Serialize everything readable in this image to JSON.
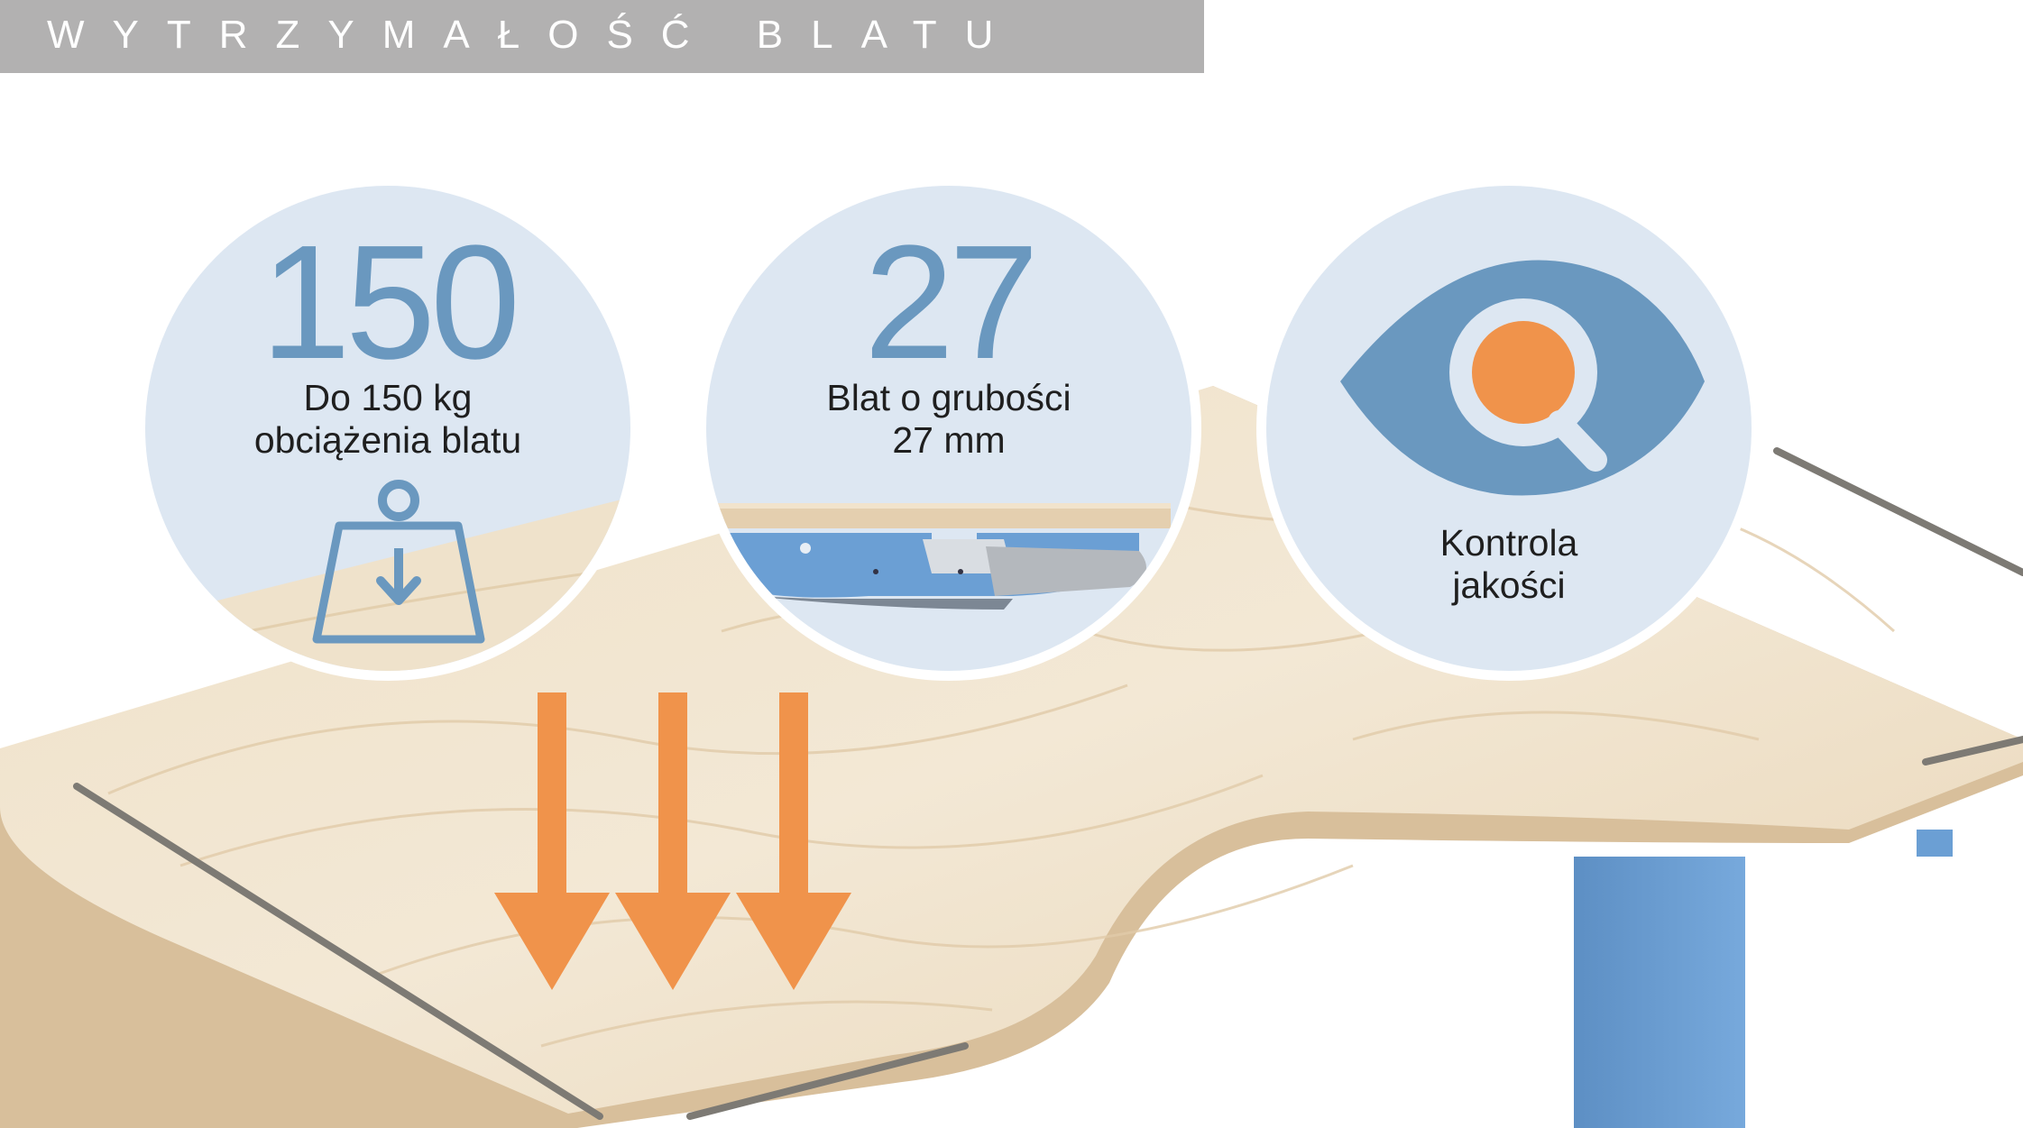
{
  "header": {
    "title": "WYTRZYMAŁOŚĆ BLATU"
  },
  "badges": [
    {
      "number": "150",
      "line1": "Do 150 kg",
      "line2": "obciążenia blatu",
      "icon": "weight-icon"
    },
    {
      "number": "27",
      "line1": "Blat o grubości",
      "line2": "27 mm",
      "icon": "desk-section-icon"
    },
    {
      "line1": "Kontrola",
      "line2": "jakości",
      "icon": "eye-magnifier-icon"
    }
  ],
  "colors": {
    "header_bg": "#b2b1b1",
    "badge_bg": "#dde7f2",
    "accent_blue": "#6a98bf",
    "accent_orange": "#f0934b",
    "wood": "#ecdcc2"
  }
}
